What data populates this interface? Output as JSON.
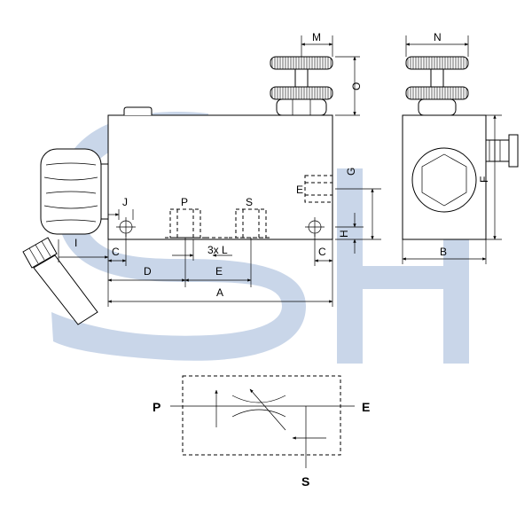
{
  "colors": {
    "watermark": "#c9d6e9",
    "line": "#000000"
  },
  "watermark": {
    "text": "SH"
  },
  "drawing": {
    "ports": {
      "P": "P",
      "S": "S",
      "E": "E"
    },
    "dimensions": {
      "M": "M",
      "N": "N",
      "O": "O",
      "G": "G",
      "F": "F",
      "H": "H",
      "J": "J",
      "I": "I",
      "C": "C",
      "D": "D",
      "E": "E",
      "A": "A",
      "B": "B",
      "L": "3x L"
    }
  },
  "symbol": {
    "P": "P",
    "E": "E",
    "S": "S"
  }
}
